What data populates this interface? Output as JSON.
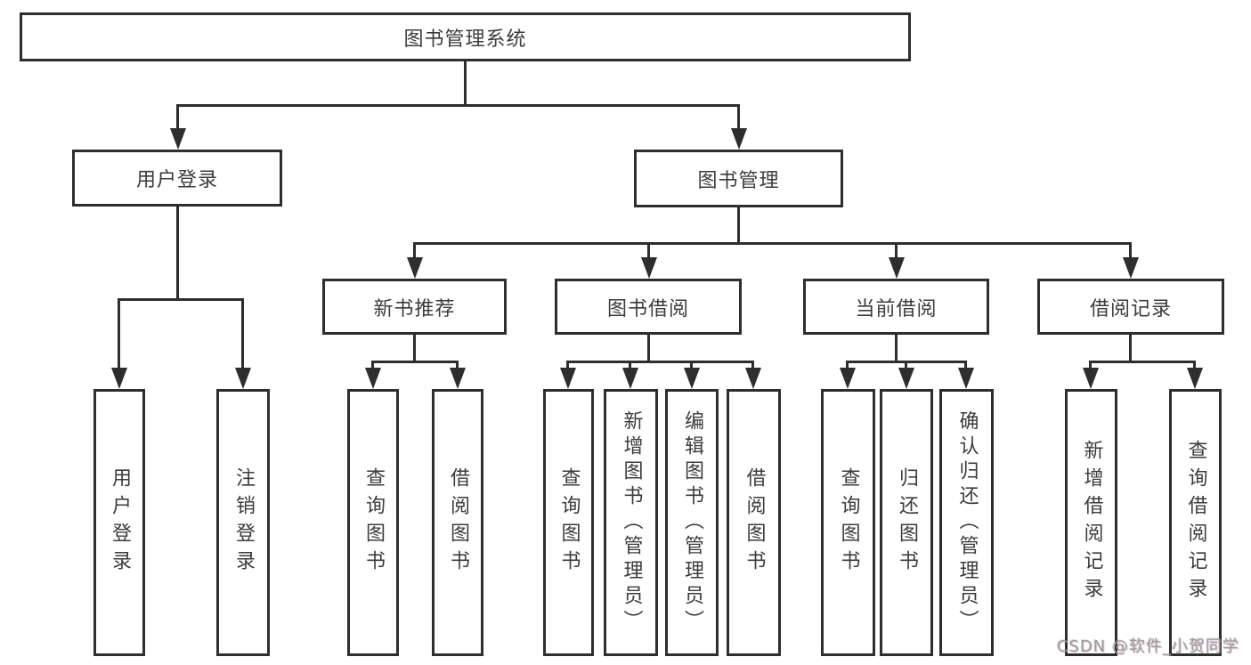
{
  "diagram": {
    "watermark": "CSDN @软件_小贺同学",
    "colors": {
      "line": "#2e2e2e",
      "text": "#3c3c3c",
      "background": "#ffffff",
      "watermark": "#9b9b9b"
    },
    "nodes": {
      "root": {
        "label": "图书管理系统"
      },
      "login": {
        "label": "用户登录"
      },
      "mgmt": {
        "label": "图书管理"
      },
      "rec": {
        "label": "新书推荐"
      },
      "borrow": {
        "label": "图书借阅"
      },
      "current": {
        "label": "当前借阅"
      },
      "record": {
        "label": "借阅记录"
      },
      "login_user": {
        "label": "用户登录"
      },
      "login_logout": {
        "label": "注销登录"
      },
      "rec_query": {
        "label": "查询图书"
      },
      "rec_borrow": {
        "label": "借阅图书"
      },
      "borrow_query": {
        "label": "查询图书"
      },
      "borrow_add": {
        "label": "新增图书（管理员）"
      },
      "borrow_edit": {
        "label": "编辑图书（管理员）"
      },
      "borrow_do": {
        "label": "借阅图书"
      },
      "cur_query": {
        "label": "查询图书"
      },
      "cur_return": {
        "label": "归还图书"
      },
      "cur_confirm": {
        "label": "确认归还（管理员）"
      },
      "record_add": {
        "label": "新增借阅记录"
      },
      "record_query": {
        "label": "查询借阅记录"
      }
    },
    "edges": [
      {
        "from": "root",
        "to": "login"
      },
      {
        "from": "root",
        "to": "mgmt"
      },
      {
        "from": "login",
        "to": "login_user"
      },
      {
        "from": "login",
        "to": "login_logout"
      },
      {
        "from": "mgmt",
        "to": "rec"
      },
      {
        "from": "mgmt",
        "to": "borrow"
      },
      {
        "from": "mgmt",
        "to": "current"
      },
      {
        "from": "mgmt",
        "to": "record"
      },
      {
        "from": "rec",
        "to": "rec_query"
      },
      {
        "from": "rec",
        "to": "rec_borrow"
      },
      {
        "from": "borrow",
        "to": "borrow_query"
      },
      {
        "from": "borrow",
        "to": "borrow_add"
      },
      {
        "from": "borrow",
        "to": "borrow_edit"
      },
      {
        "from": "borrow",
        "to": "borrow_do"
      },
      {
        "from": "current",
        "to": "cur_query"
      },
      {
        "from": "current",
        "to": "cur_return"
      },
      {
        "from": "current",
        "to": "cur_confirm"
      },
      {
        "from": "record",
        "to": "record_add"
      },
      {
        "from": "record",
        "to": "record_query"
      }
    ]
  }
}
